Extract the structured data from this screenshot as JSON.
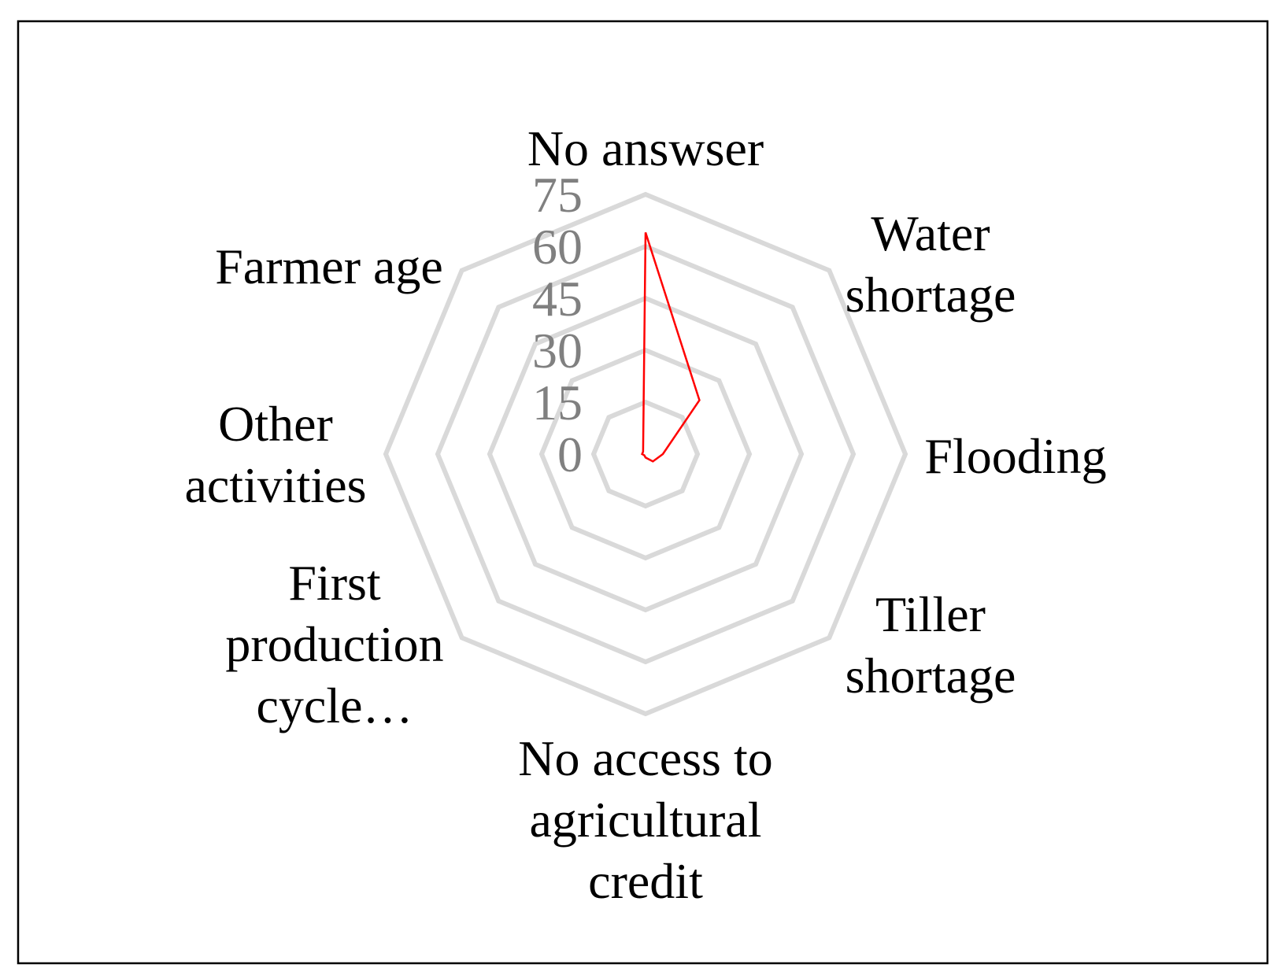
{
  "chart_data": {
    "type": "radar",
    "title": "",
    "categories": [
      [
        "No answser"
      ],
      [
        "Water",
        "shortage"
      ],
      [
        "Flooding"
      ],
      [
        "Tiller",
        "shortage"
      ],
      [
        "No access to",
        "agricultural",
        "credit"
      ],
      [
        "First",
        "production",
        "cycle…"
      ],
      [
        "Other",
        "activities"
      ],
      [
        "Farmer age"
      ]
    ],
    "rlim": [
      0,
      75
    ],
    "ticks": [
      0,
      15,
      30,
      45,
      60,
      75
    ],
    "grid": true,
    "legend": "none",
    "series": [
      {
        "values": [
          64,
          22,
          5,
          3,
          1,
          0.5,
          1,
          1
        ],
        "color": "#ff0000"
      }
    ],
    "colors": {
      "grid": "#d9d9d9",
      "tick_text": "#808080",
      "label_text": "#000000",
      "border": "#000000"
    }
  }
}
